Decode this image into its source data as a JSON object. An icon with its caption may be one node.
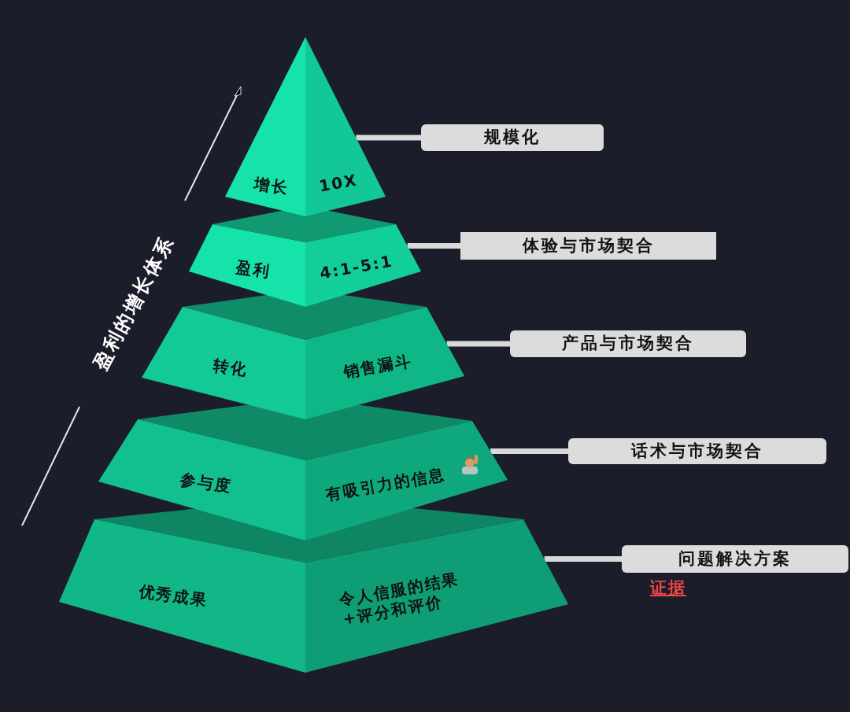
{
  "diagram": {
    "nodes": [
      {
        "text": [
          "增长",
          "10X"
        ]
      },
      {
        "text": [
          "盈利",
          "4:1-5:1"
        ]
      },
      {
        "text": [
          "转化",
          "销售漏斗"
        ]
      },
      {
        "text": [
          "参与度",
          "有吸引力的信息"
        ]
      },
      {
        "text": [
          "优秀成果",
          "令人信服的结果+评分和评价"
        ]
      },
      {
        "text": [
          "规模化"
        ]
      },
      {
        "text": [
          "体验与市场契合"
        ]
      },
      {
        "text": [
          "产品与市场契合"
        ]
      },
      {
        "text": [
          "话术与市场契合"
        ]
      },
      {
        "text": [
          "问题解决方案"
        ],
        "beside": [
          "证据"
        ]
      }
    ],
    "edges": [
      {
        "from": 0,
        "to": 5,
        "arrow": "none"
      },
      {
        "from": 1,
        "to": 6,
        "arrow": "none"
      },
      {
        "from": 2,
        "to": 7,
        "arrow": "none"
      },
      {
        "from": 3,
        "to": 8,
        "arrow": "none"
      },
      {
        "from": 4,
        "to": 9,
        "arrow": "none"
      }
    ],
    "labels": [
      "盈利的增长体系"
    ]
  }
}
